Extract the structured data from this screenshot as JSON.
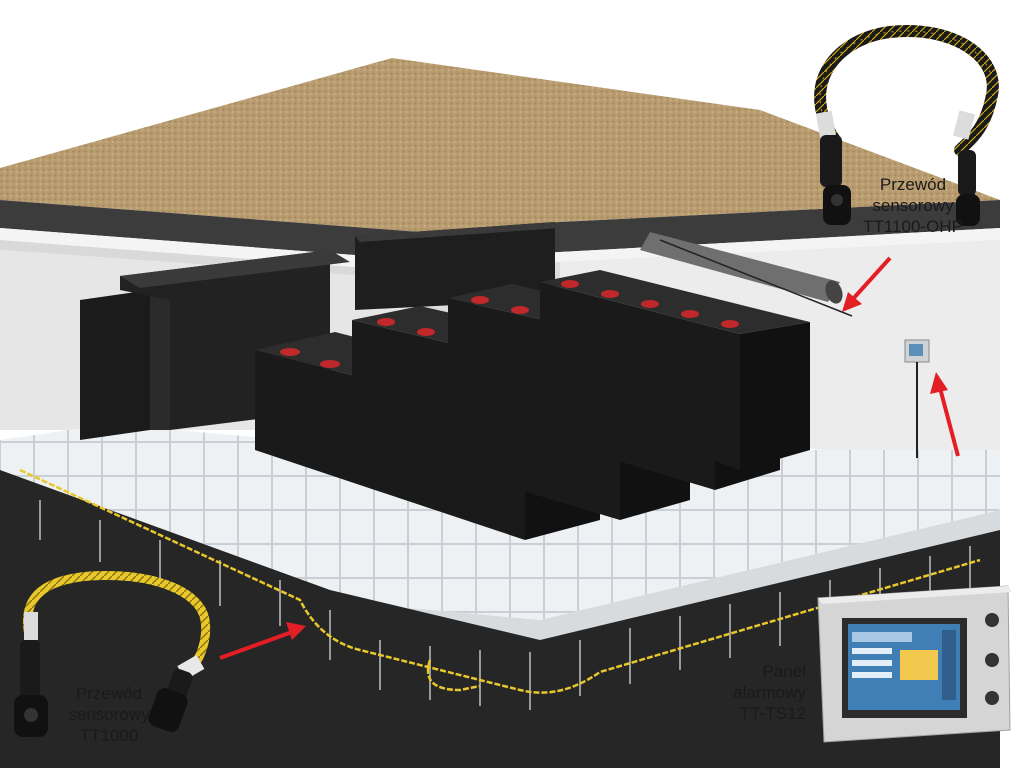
{
  "labels": {
    "ohp": {
      "line1": "Przewód",
      "line2": "sensorowy",
      "line3": "TT1100-OHP"
    },
    "tt1000": {
      "line1": "Przewód",
      "line2": "sensorowy",
      "line3": "TT1000"
    },
    "panel": {
      "line1": "Panel",
      "line2": "alarmowy",
      "line3": "TT-TS12"
    }
  },
  "colors": {
    "arrow": "#e31e24",
    "cabinet": "#1c1c1c",
    "cabinet_accent": "#c0282b",
    "floor_tile": "#eceff1",
    "wall": "#e9e9e9",
    "ceiling": "#b79a6e",
    "cable_yellow": "#e8c82a",
    "cable_black": "#1a1a1a"
  }
}
